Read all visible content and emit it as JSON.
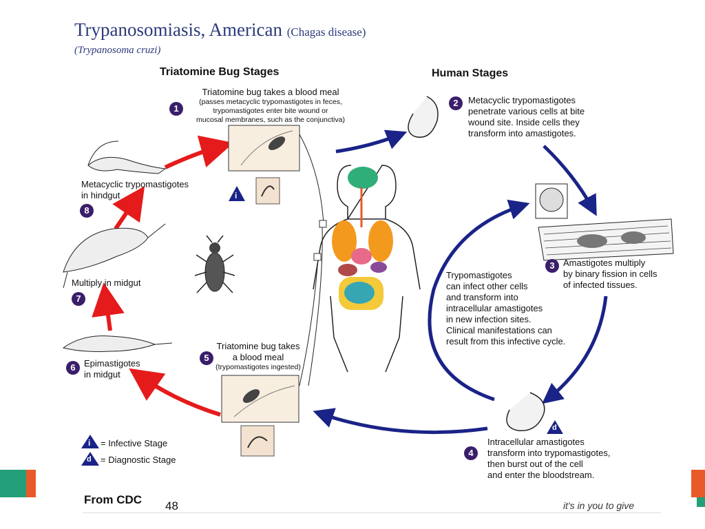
{
  "title": {
    "main": "Trypanosomiasis, American",
    "paren": "(Chagas disease)",
    "subtitle": "(Trypanosoma cruzi)"
  },
  "headers": {
    "bug": "Triatomine Bug Stages",
    "human": "Human Stages"
  },
  "steps": {
    "s1": {
      "num": "1",
      "line1": "Triatomine bug takes a blood meal",
      "line2": "(passes metacyclic trypomastigotes in feces,",
      "line3": "trypomastigotes enter bite wound or",
      "line4": "mucosal membranes, such as the conjunctiva)"
    },
    "s2": {
      "num": "2",
      "line1": "Metacyclic trypomastigotes",
      "line2": "penetrate various cells at bite",
      "line3": "wound site.  Inside cells they",
      "line4": "transform into amastigotes."
    },
    "s3": {
      "num": "3",
      "line1": "Amastigotes multiply",
      "line2": "by binary fission in cells",
      "line3": "of infected tissues."
    },
    "s4": {
      "num": "4",
      "line1": "Intracellular amastigotes",
      "line2": "transform into trypomastigotes,",
      "line3": "then burst out of the cell",
      "line4": "and enter the bloodstream."
    },
    "s5": {
      "num": "5",
      "line1": "Triatomine bug takes",
      "line2": "a blood meal",
      "line3": "(trypomastigotes ingested)"
    },
    "s6": {
      "num": "6",
      "line1": "Epimastigotes",
      "line2": "in midgut"
    },
    "s7": {
      "num": "7",
      "line1": "Multiply in midgut"
    },
    "s8": {
      "num": "8",
      "line1": "Metacyclic trypomastigotes",
      "line2": "in hindgut"
    }
  },
  "center_note": {
    "l1": "Trypomastigotes",
    "l2": "can infect other cells",
    "l3": "and transform into",
    "l4": "intracellular amastigotes",
    "l5": "in new infection sites.",
    "l6": "Clinical manifestations can",
    "l7": "result from this infective cycle."
  },
  "legend": {
    "i_symbol": "i",
    "d_symbol": "d",
    "infective": "= Infective Stage",
    "diagnostic": "= Diagnostic Stage"
  },
  "footer": {
    "source": "From CDC",
    "page": "48",
    "tagline": "it's in you to give"
  },
  "colors": {
    "red_arrow": "#e51b1b",
    "blue_arrow": "#1a2387",
    "marker": "#3a1e6a",
    "triangle": "#1a2387"
  }
}
